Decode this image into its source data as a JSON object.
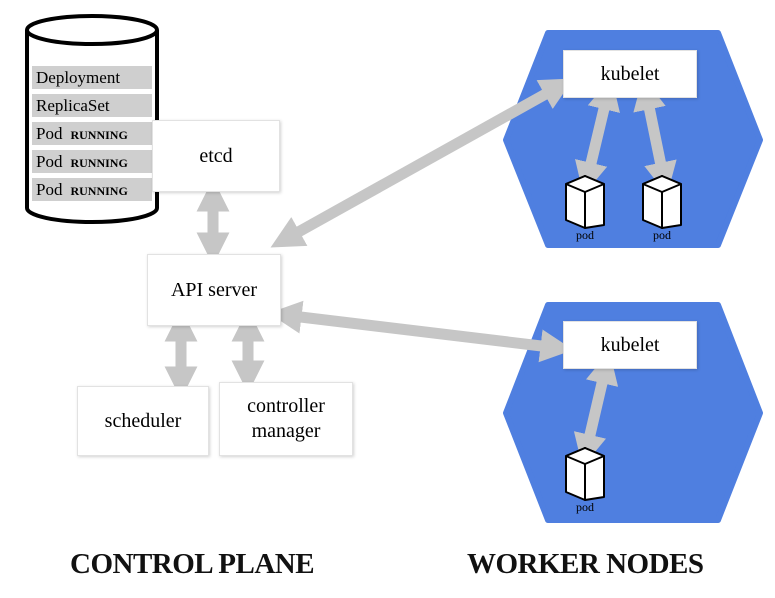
{
  "etcd_store": {
    "rows": [
      {
        "name": "Deployment",
        "state": ""
      },
      {
        "name": "ReplicaSet",
        "state": ""
      },
      {
        "name": "Pod",
        "state": "RUNNING"
      },
      {
        "name": "Pod",
        "state": "RUNNING"
      },
      {
        "name": "Pod",
        "state": "RUNNING"
      }
    ]
  },
  "control_plane": {
    "etcd": "etcd",
    "api_server": "API server",
    "scheduler": "scheduler",
    "controller_manager": [
      "controller",
      "manager"
    ],
    "title": "CONTROL PLANE"
  },
  "worker_nodes": {
    "title": "WORKER NODES",
    "nodes": [
      {
        "kubelet": "kubelet",
        "pods": [
          "pod",
          "pod"
        ]
      },
      {
        "kubelet": "kubelet",
        "pods": [
          "pod"
        ]
      }
    ]
  },
  "colors": {
    "node_fill": "#4f7fe0",
    "arrow": "#c6c6c6",
    "db_row": "#cfcfcf"
  }
}
